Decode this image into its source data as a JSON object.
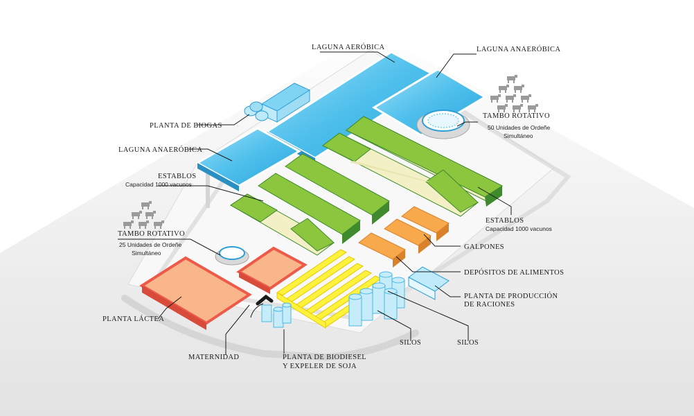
{
  "labels": {
    "laguna_aerobica": "LAGUNA AERÓBICA",
    "laguna_anaerobica_top": "LAGUNA ANAERÓBICA",
    "planta_biogas": "PLANTA DE BIOGAS",
    "laguna_anaerobica_left": "LAGUNA ANAERÓBICA",
    "tambo_rotativo_right": {
      "title": "TAMBO ROTATIVO",
      "line1": "50 Unidades de Ordeñe",
      "line2": "Simultáneo"
    },
    "establos_left": {
      "title": "ESTABLOS",
      "line1": "Capacidad 1000 vacunos"
    },
    "establos_right": {
      "title": "ESTABLOS",
      "line1": "Capacidad 1000 vacunos"
    },
    "tambo_rotativo_left": {
      "title": "TAMBO ROTATIVO",
      "line1": "25 Unidades de Ordeñe",
      "line2": "Simultáneo"
    },
    "galpones": "GALPONES",
    "depositos_alimentos": "DEPÓSITOS DE ALIMENTOS",
    "planta_produccion_raciones": {
      "line1": "PLANTA DE PRODUCCIÓN",
      "line2": "DE RACIONES"
    },
    "planta_lactea": "PLANTA LÁCTEA",
    "maternidad": "MATERNIDAD",
    "planta_biodiesel": {
      "line1": "PLANTA DE BIODIESEL",
      "line2": "Y EXPELER DE SOJA"
    },
    "silos_left": "SILOS",
    "silos_right": "SILOS"
  },
  "colors": {
    "ground": "#e6e6e6",
    "platform": "#f7f7f7",
    "water": "#5cc8ee",
    "water_dark": "#2e9fd6",
    "roof_green": "#8cc63f",
    "roof_green_dark": "#3f8a2c",
    "barn_inner": "#f2f0c4",
    "orange": "#f7a94b",
    "orange_dark": "#d9822b",
    "red": "#ee5a4a",
    "red_fill": "#f8b68a",
    "yellow": "#fff23c",
    "silo_blue": "#c6ecfa",
    "silo_stroke": "#4cb8e4",
    "cow": "#9a9a9a"
  },
  "icons": {
    "cow": "cow-icon",
    "biogas": "biogas-tank-icon",
    "rotary": "rotary-parlor-icon",
    "fuel": "fuel-pump-icon"
  }
}
